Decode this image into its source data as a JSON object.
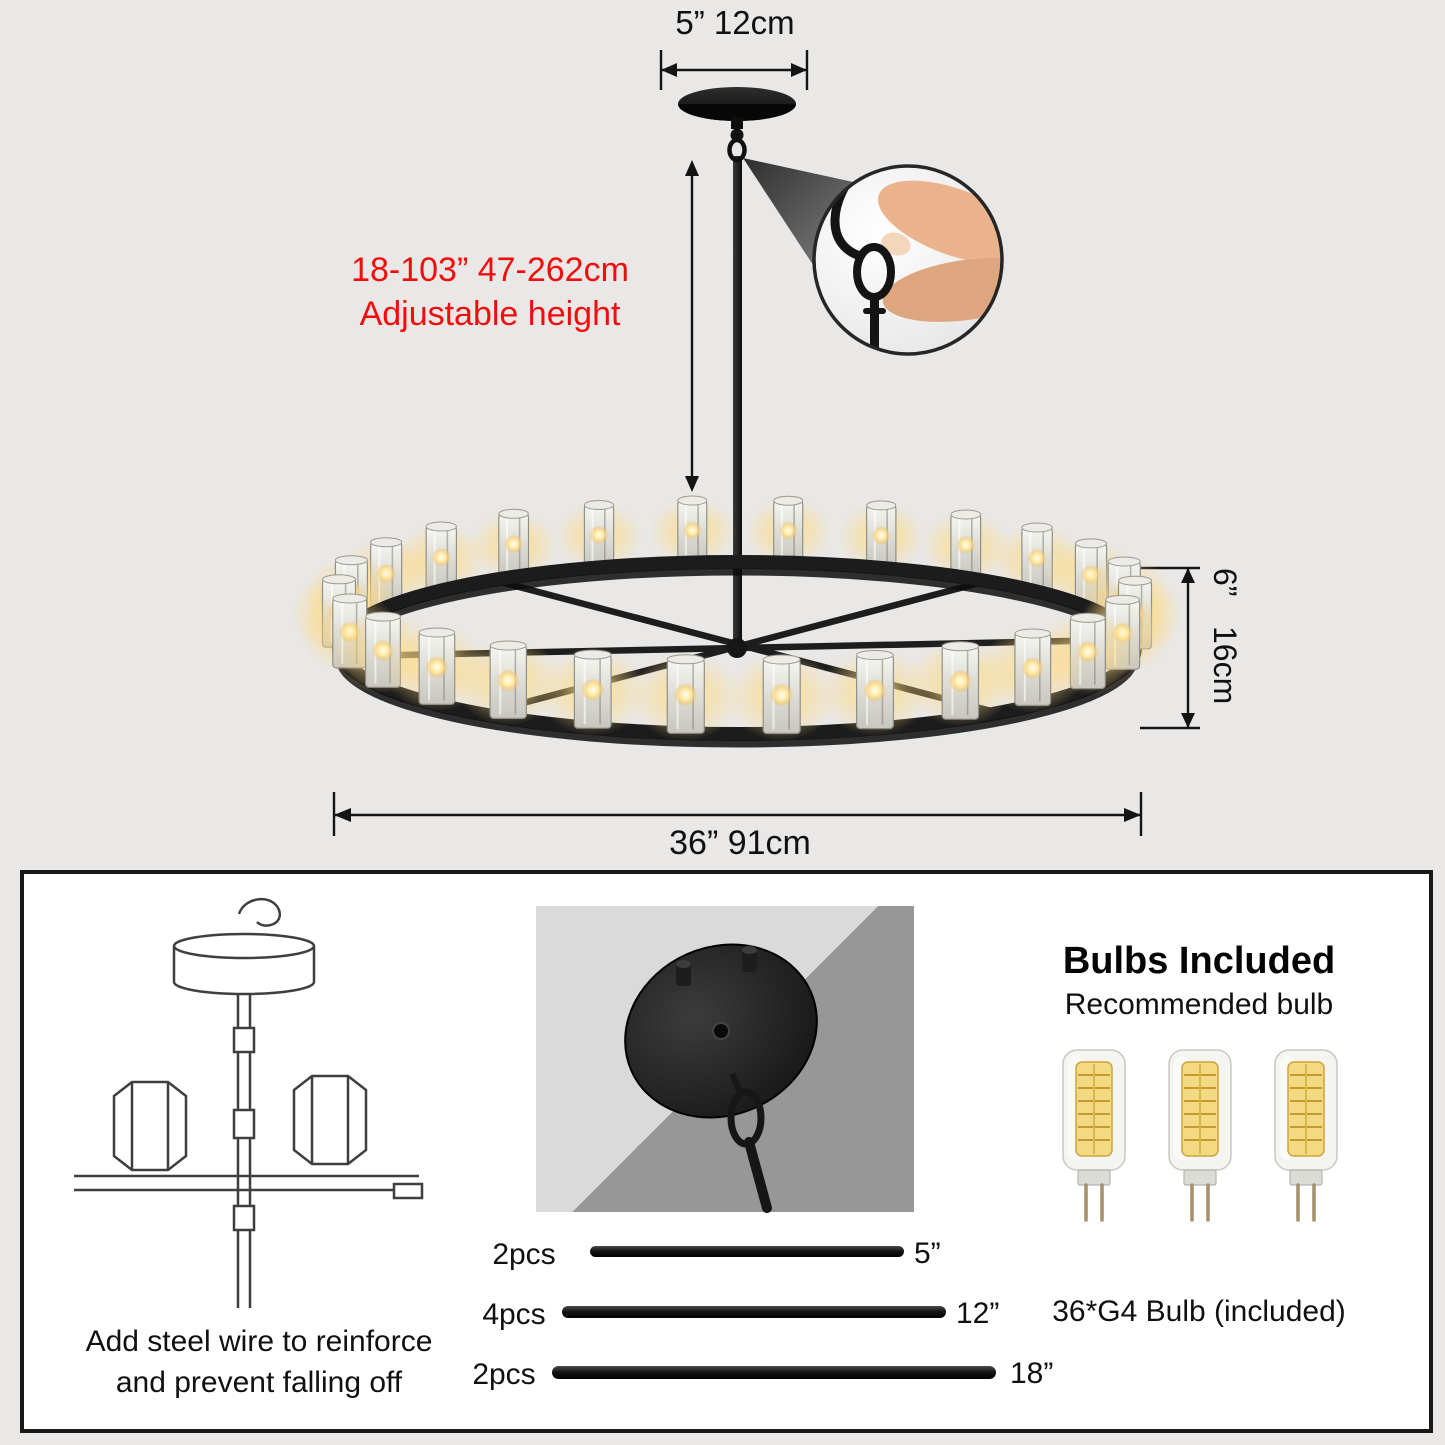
{
  "top": {
    "canopy_width": "5”  12cm",
    "height_line1": "18-103” 47-262cm",
    "height_line2": "Adjustable height",
    "ring_height_in": "6”",
    "ring_height_cm": "16cm",
    "diameter": "36”  91cm"
  },
  "panel": {
    "steel_wire_caption_1": "Add steel wire to reinforce",
    "steel_wire_caption_2": "and prevent falling off",
    "rods": [
      {
        "qty": "2pcs",
        "len": "5”"
      },
      {
        "qty": "4pcs",
        "len": "12”"
      },
      {
        "qty": "2pcs",
        "len": "18”"
      }
    ],
    "bulbs_title": "Bulbs Included",
    "bulbs_subtitle": "Recommended bulb",
    "bulbs_caption": "36*G4 Bulb (included)"
  },
  "colors": {
    "accent_red": "#f20d0d",
    "metal_black": "#1c1c1c",
    "warm_glow": "#ffd97e",
    "page_background": "#e9e8e7"
  }
}
